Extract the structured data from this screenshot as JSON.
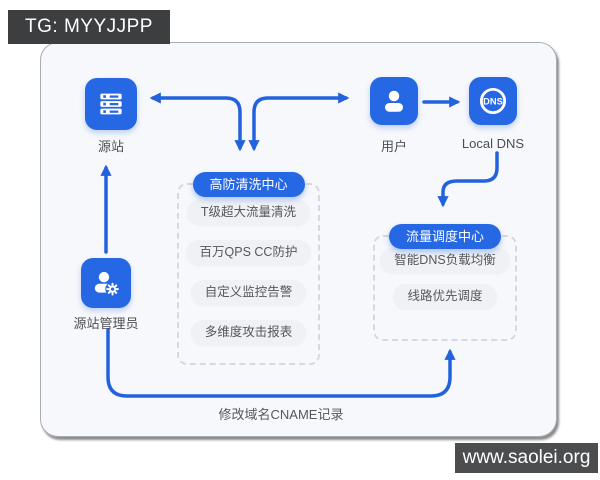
{
  "badges": {
    "tg": "TG: MYYJJPP",
    "site": "www.saolei.org"
  },
  "nodes": {
    "origin": {
      "label": "源站"
    },
    "user": {
      "label": "用户"
    },
    "local_dns": {
      "label": "Local DNS",
      "icon_text": "DNS"
    },
    "admin": {
      "label": "源站管理员"
    }
  },
  "groups": {
    "scrubbing": {
      "title": "高防清洗中心",
      "items": [
        "T级超大流量清洗",
        "百万QPS CC防护",
        "自定义监控告警",
        "多维度攻击报表"
      ]
    },
    "scheduling": {
      "title": "流量调度中心",
      "items": [
        "智能DNS负载均衡",
        "线路优先调度"
      ]
    }
  },
  "annotations": {
    "cname": "修改域名CNAME记录"
  },
  "colors": {
    "primary_blue": "#2667E4",
    "arrow_blue": "#2262DC",
    "pill_gray": "#F0F1F4",
    "badge_dark": "#3D3E40",
    "card_bg": "#F7F8FB"
  }
}
